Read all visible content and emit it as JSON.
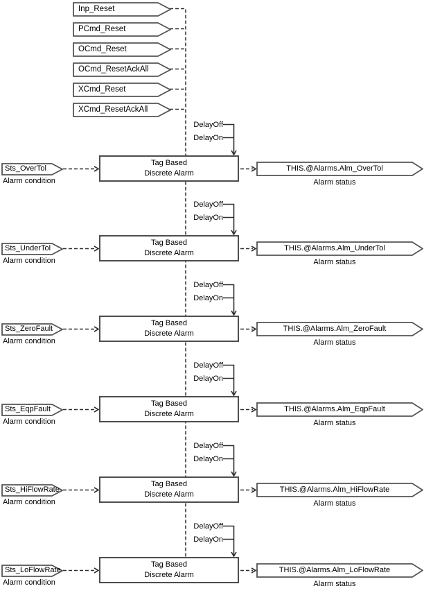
{
  "colors": {
    "background": "#ffffff",
    "connector_line": "#2e2e2e",
    "shape_border": "#545454",
    "block_border": "#4d4d4d",
    "text": "#000000"
  },
  "reset_inputs": [
    "Inp_Reset",
    "PCmd_Reset",
    "OCmd_Reset",
    "OCmd_ResetAckAll",
    "XCmd_Reset",
    "XCmd_ResetAckAll"
  ],
  "common": {
    "block_title_line1": "Tag Based",
    "block_title_line2": "Discrete Alarm",
    "delay_off_label": "DelayOff",
    "delay_on_label": "DelayOn",
    "input_caption": "Alarm condition",
    "output_caption": "Alarm status"
  },
  "alarm_rows": [
    {
      "condition_tag": "Sts_OverTol",
      "status_tag": "THIS.@Alarms.Alm_OverTol"
    },
    {
      "condition_tag": "Sts_UnderTol",
      "status_tag": "THIS.@Alarms.Alm_UnderTol"
    },
    {
      "condition_tag": "Sts_ZeroFault",
      "status_tag": "THIS.@Alarms.Alm_ZeroFault"
    },
    {
      "condition_tag": "Sts_EqpFault",
      "status_tag": "THIS.@Alarms.Alm_EqpFault"
    },
    {
      "condition_tag": "Sts_HiFlowRate",
      "status_tag": "THIS.@Alarms.Alm_HiFlowRate"
    },
    {
      "condition_tag": "Sts_LoFlowRate",
      "status_tag": "THIS.@Alarms.Alm_LoFlowRate"
    }
  ]
}
